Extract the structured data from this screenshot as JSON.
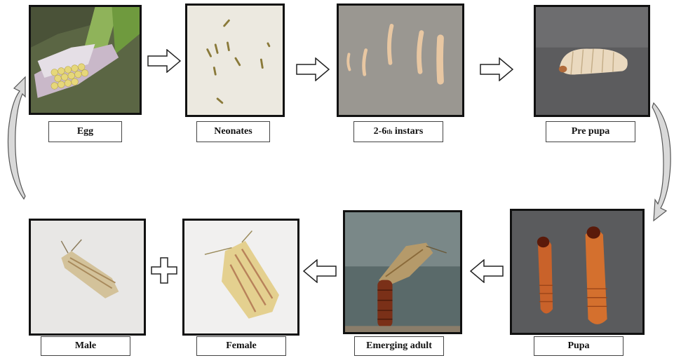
{
  "stages": {
    "egg": "Egg",
    "neonates": "Neonates",
    "instars_prefix": "2-6",
    "instars_sup": "th",
    "instars_suffix": " instars",
    "prepupa": "Pre pupa",
    "pupa": "Pupa",
    "emerging_adult": "Emerging adult",
    "female": "Female",
    "male": "Male"
  },
  "colors": {
    "border": "#111111",
    "arrow_fill": "#ffffff",
    "cycle_arrow_fill": "#d9d9d9"
  },
  "icons": {
    "flow_arrow": "block-arrow",
    "cycle_arrow": "curved-arrow",
    "plus": "plus-sign"
  }
}
